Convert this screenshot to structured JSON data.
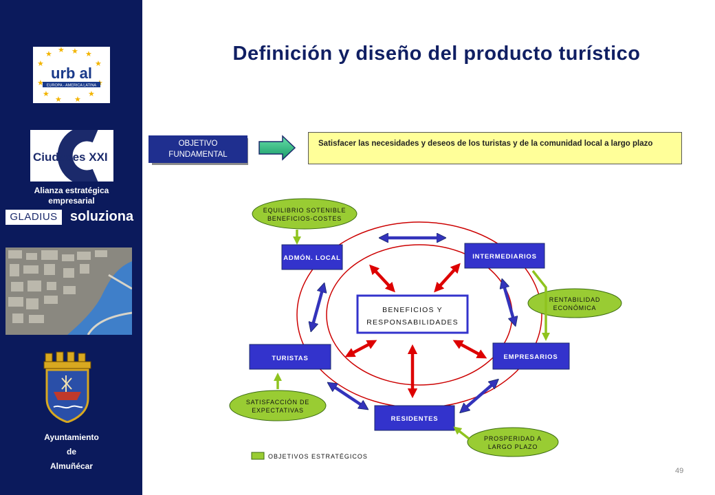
{
  "sidebar": {
    "logo_urbal": "urb al",
    "logo_urbal_sub": "EUROPA - AMERICA LATINA",
    "logo_ciudades": "Ciudades XXI",
    "alliance_line1": "Alianza estratégica",
    "alliance_line2": "empresarial",
    "logo_gladius": "GLADIUS",
    "logo_soluziona": "soluziona",
    "footer_line1": "Ayuntamiento",
    "footer_line2": "de",
    "footer_line3": "Almuñécar"
  },
  "title": "Definición y diseño del producto turístico",
  "objective": {
    "label_line1": "OBJETIVO",
    "label_line2": "FUNDAMENTAL",
    "text": "Satisfacer las necesidades y deseos de los turistas y de la comunidad local a largo plazo"
  },
  "diagram": {
    "center_line1": "BENEFICIOS Y",
    "center_line2": "RESPONSABILIDADES",
    "nodes": {
      "admon": "ADMÓN. LOCAL",
      "intermediarios": "INTERMEDIARIOS",
      "turistas": "TURISTAS",
      "empresarios": "EMPRESARIOS",
      "residentes": "RESIDENTES"
    },
    "goals": {
      "equilibrio_1": "EQUILIBRIO SOTENIBLE",
      "equilibrio_2": "BENEFICIOS-COSTES",
      "rentabilidad_1": "RENTABILIDAD",
      "rentabilidad_2": "ECONÓMICA",
      "satisfaccion_1": "SATISFACCIÓN DE",
      "satisfaccion_2": "EXPECTATIVAS",
      "prosperidad_1": "PROSPERIDAD A",
      "prosperidad_2": "LARGO PLAZO"
    },
    "legend": "OBJETIVOS ESTRATÉGICOS",
    "colors": {
      "node_fill": "#3333cc",
      "goal_fill": "#99cc33",
      "circle": "#cc0000",
      "red_arrow": "#dd0000",
      "blue_arrow": "#3333bb"
    }
  },
  "page_number": "49"
}
